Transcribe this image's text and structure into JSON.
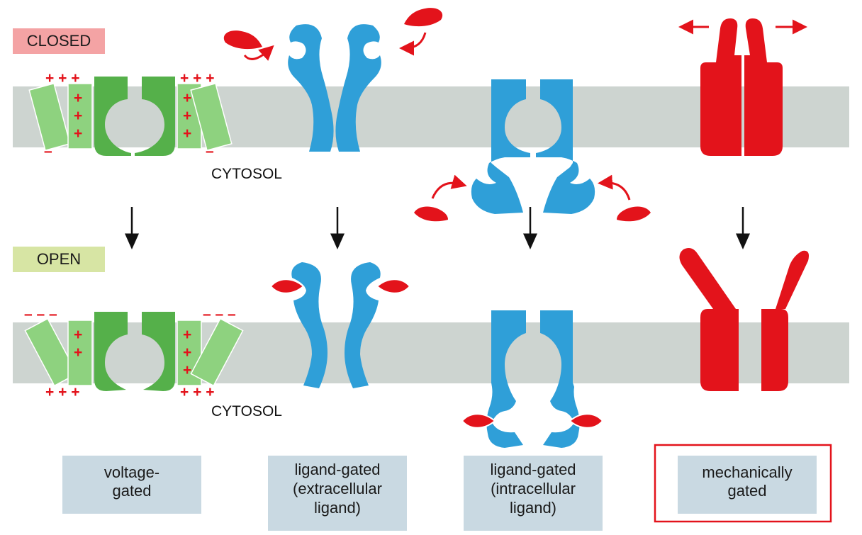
{
  "states": {
    "closed": {
      "label": "CLOSED",
      "color": "#f4a3a4"
    },
    "open": {
      "label": "OPEN",
      "color": "#d7e5a4"
    }
  },
  "cytosol_label": "CYTOSOL",
  "charges": {
    "plus3": "+ + +",
    "minus3": "– – –",
    "plus": "+",
    "minus": "–"
  },
  "captions": [
    {
      "line1": "voltage-",
      "line2": "gated",
      "line3": "",
      "highlighted": false
    },
    {
      "line1": "ligand-gated",
      "line2": "(extracellular",
      "line3": "ligand)",
      "highlighted": false
    },
    {
      "line1": "ligand-gated",
      "line2": "(intracellular",
      "line3": "ligand)",
      "highlighted": false
    },
    {
      "line1": "mechanically",
      "line2": "gated",
      "line3": "",
      "highlighted": true
    }
  ],
  "colors": {
    "membrane": "#cdd4d0",
    "voltage_channel": "#55b04a",
    "voltage_sensor": "#8ed27f",
    "ligand_channel": "#2f9fd8",
    "mechanical_channel": "#e3131b",
    "ligand": "#e3131b",
    "caption_box": "#c9d9e2",
    "highlight_border": "#e3131b",
    "arrow": "#111111"
  }
}
